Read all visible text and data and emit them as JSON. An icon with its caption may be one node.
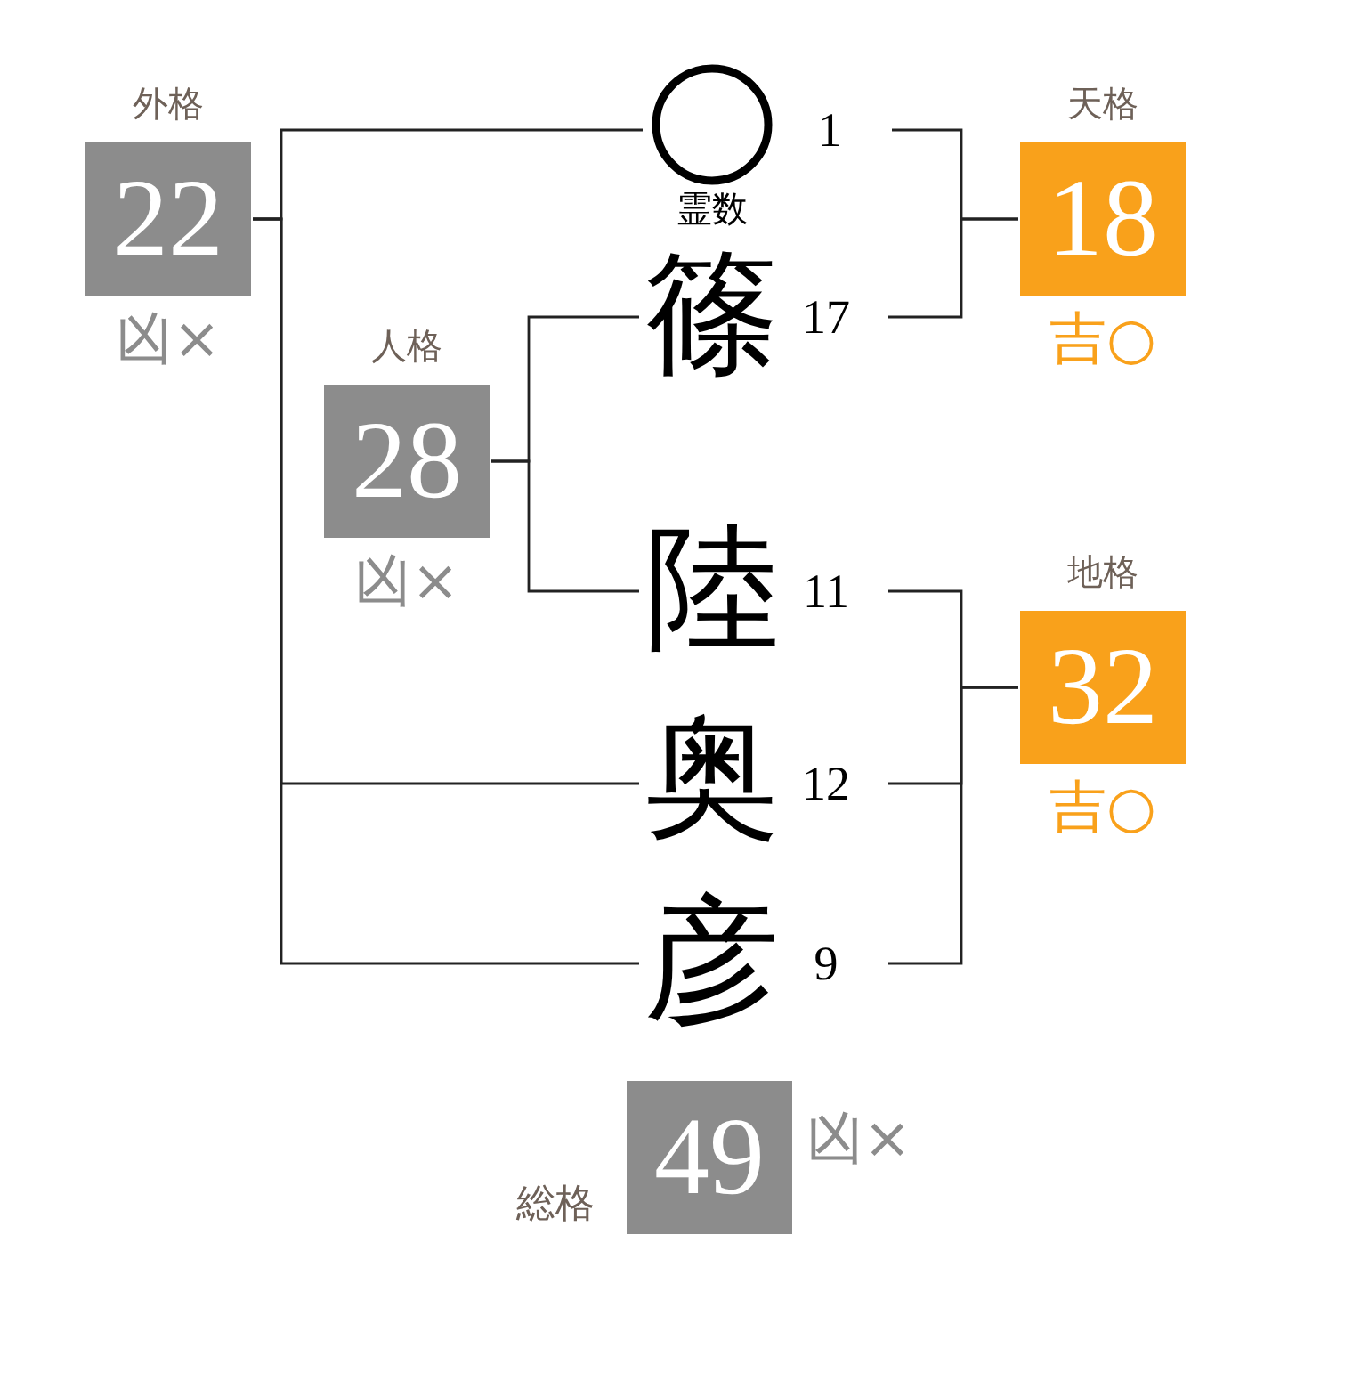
{
  "diagram": {
    "nodes": [
      {
        "text": [
          "外格",
          "22"
        ],
        "beside": [
          "凶×"
        ]
      },
      {
        "text": [],
        "shape": "circle",
        "beside": [
          "1",
          "霊数"
        ]
      },
      {
        "text": [
          "天格",
          "18"
        ],
        "beside": [
          "吉○"
        ]
      },
      {
        "text": [
          "篠"
        ],
        "beside": [
          "17"
        ]
      },
      {
        "text": [
          "人格",
          "28"
        ],
        "beside": [
          "凶×"
        ]
      },
      {
        "text": [
          "陸"
        ],
        "beside": [
          "11"
        ]
      },
      {
        "text": [
          "地格",
          "32"
        ],
        "beside": [
          "吉○"
        ]
      },
      {
        "text": [
          "奥"
        ],
        "beside": [
          "12"
        ]
      },
      {
        "text": [
          "彦"
        ],
        "beside": [
          "9"
        ]
      },
      {
        "text": [
          "総格",
          "49"
        ],
        "beside": [
          "凶×"
        ]
      }
    ],
    "edges": [
      {
        "from": 1,
        "to": 2,
        "arrow": "none"
      },
      {
        "from": 3,
        "to": 2,
        "arrow": "none"
      },
      {
        "from": 3,
        "to": 4,
        "arrow": "none"
      },
      {
        "from": 5,
        "to": 4,
        "arrow": "none"
      },
      {
        "from": 5,
        "to": 6,
        "arrow": "none"
      },
      {
        "from": 7,
        "to": 6,
        "arrow": "none"
      },
      {
        "from": 8,
        "to": 6,
        "arrow": "none"
      },
      {
        "from": 1,
        "to": 0,
        "arrow": "none"
      },
      {
        "from": 7,
        "to": 0,
        "arrow": "none"
      },
      {
        "from": 8,
        "to": 0,
        "arrow": "none"
      }
    ]
  }
}
